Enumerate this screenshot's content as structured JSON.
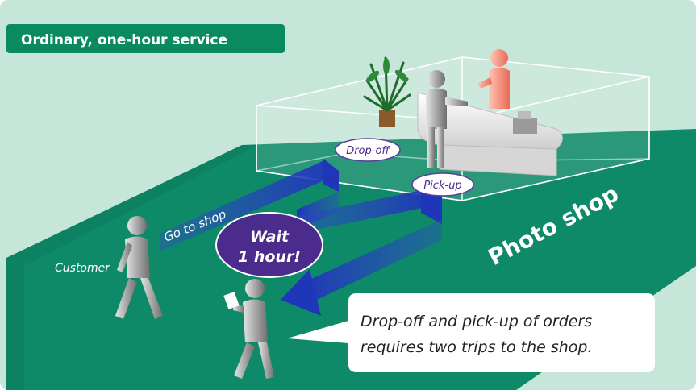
{
  "header": {
    "title": "Ordinary, one-hour service"
  },
  "labels": {
    "go_to_shop": "Go to shop",
    "drop_off": "Drop-off",
    "pick_up": "Pick-up",
    "wait_line1": "Wait",
    "wait_line2": "1 hour!",
    "customer": "Customer",
    "photo_shop": "Photo shop"
  },
  "callout": {
    "line1": "Drop-off and pick-up of orders",
    "line2": "requires two trips to the shop."
  },
  "colors": {
    "background": "#c7e6da",
    "floor": "#0f8a68",
    "floor_dark": "#0c7a5b",
    "header_bg": "#0a8a5f",
    "arrow": "#2a3fc0",
    "wait_bubble": "#4b2b8c",
    "tag_border": "#5a3c9c"
  }
}
